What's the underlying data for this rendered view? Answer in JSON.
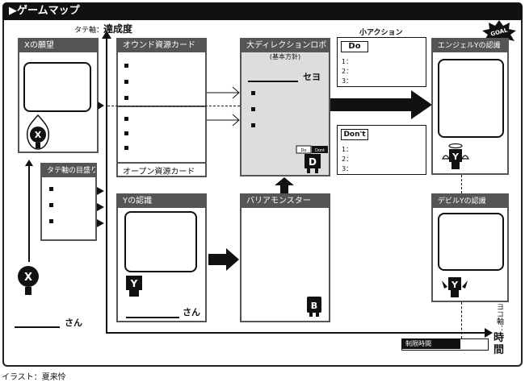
{
  "title": "▶ゲームマップ",
  "axes": {
    "vertical_prefix": "タテ軸：",
    "vertical_label": "達成度",
    "horizontal_prefix": "ヨコ軸：",
    "horizontal_label": "時間"
  },
  "panels": {
    "x_wish": "Xの願望",
    "owned_resources": "オウンド資源カード",
    "open_resources": "オープン資源カード",
    "big_direction": "大ディレクションロボ",
    "big_direction_sub": "(基本方針)",
    "se_yo": "セヨ",
    "small_action": "小アクション",
    "do": "Do",
    "dont": "Don't",
    "angel_y": "エンジェルYの認識",
    "vertical_scale": "タテ軸の目盛り",
    "y_recognition": "Yの認識",
    "barrier_monster": "バリアモンスター",
    "devil_y": "デビルYの認識"
  },
  "list_numbers": [
    "1：",
    "2：",
    "3："
  ],
  "name_suffix": "さん",
  "time_limit": "制限時間",
  "goal": "GOAL",
  "credit": "イラスト：夏来怜",
  "chars": {
    "x": "X",
    "y": "Y",
    "d": "D",
    "b": "B",
    "do_small": "Do",
    "dont_small": "Dont"
  }
}
